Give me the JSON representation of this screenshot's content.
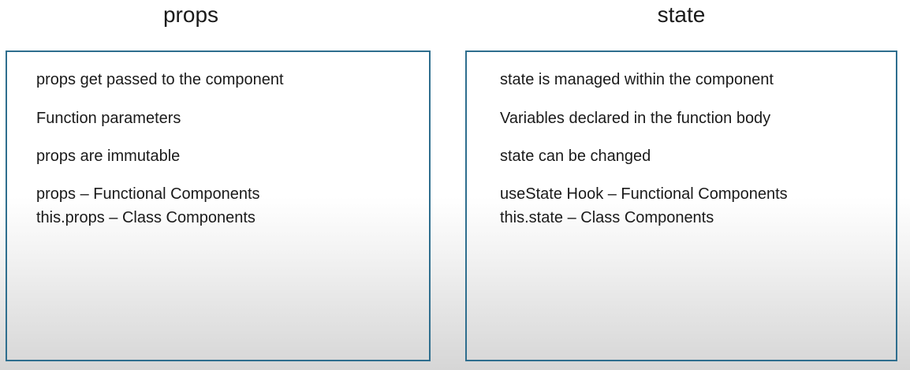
{
  "left": {
    "title": "props",
    "lines": [
      "props get passed to the component",
      "Function parameters",
      "props are immutable",
      "props – Functional Components",
      "this.props – Class Components"
    ]
  },
  "right": {
    "title": "state",
    "lines": [
      "state is managed within the component",
      "Variables declared in the function body",
      "state can be changed",
      "useState Hook – Functional Components",
      "this.state – Class Components"
    ]
  },
  "colors": {
    "border": "#2e6e8e",
    "text": "#1a1a1a"
  }
}
